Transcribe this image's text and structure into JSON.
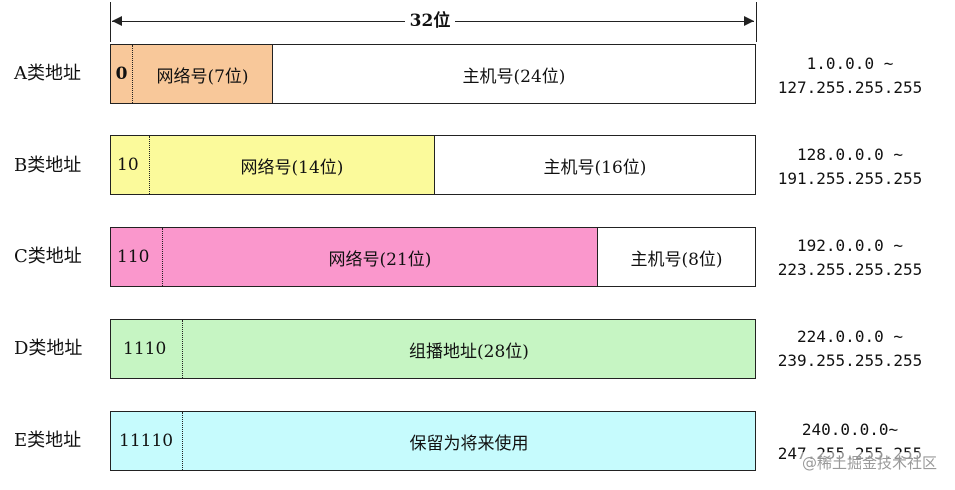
{
  "width_label": "32位",
  "colors": {
    "class_a": "#f8c89a",
    "class_b": "#fbfa9b",
    "class_c": "#fa97cc",
    "class_d": "#c6f5c3",
    "class_e": "#c6fbfd",
    "white": "#ffffff"
  },
  "rows": [
    {
      "label": "A类地址",
      "prefix": "0",
      "network": "网络号(7位)",
      "host": "主机号(24位)",
      "range_start": "1.0.0.0 ~",
      "range_end": "127.255.255.255"
    },
    {
      "label": "B类地址",
      "prefix": "10",
      "network": "网络号(14位)",
      "host": "主机号(16位)",
      "range_start": "128.0.0.0 ~",
      "range_end": "191.255.255.255"
    },
    {
      "label": "C类地址",
      "prefix": "110",
      "network": "网络号(21位)",
      "host": "主机号(8位)",
      "range_start": "192.0.0.0 ~",
      "range_end": "223.255.255.255"
    },
    {
      "label": "D类地址",
      "prefix": "1110",
      "body": "组播地址(28位)",
      "range_start": "224.0.0.0 ~",
      "range_end": "239.255.255.255"
    },
    {
      "label": "E类地址",
      "prefix": "11110",
      "body": "保留为将来使用",
      "range_start": "240.0.0.0~",
      "range_end": "247.255.255.255"
    }
  ],
  "watermark": "@稀土掘金技术社区"
}
